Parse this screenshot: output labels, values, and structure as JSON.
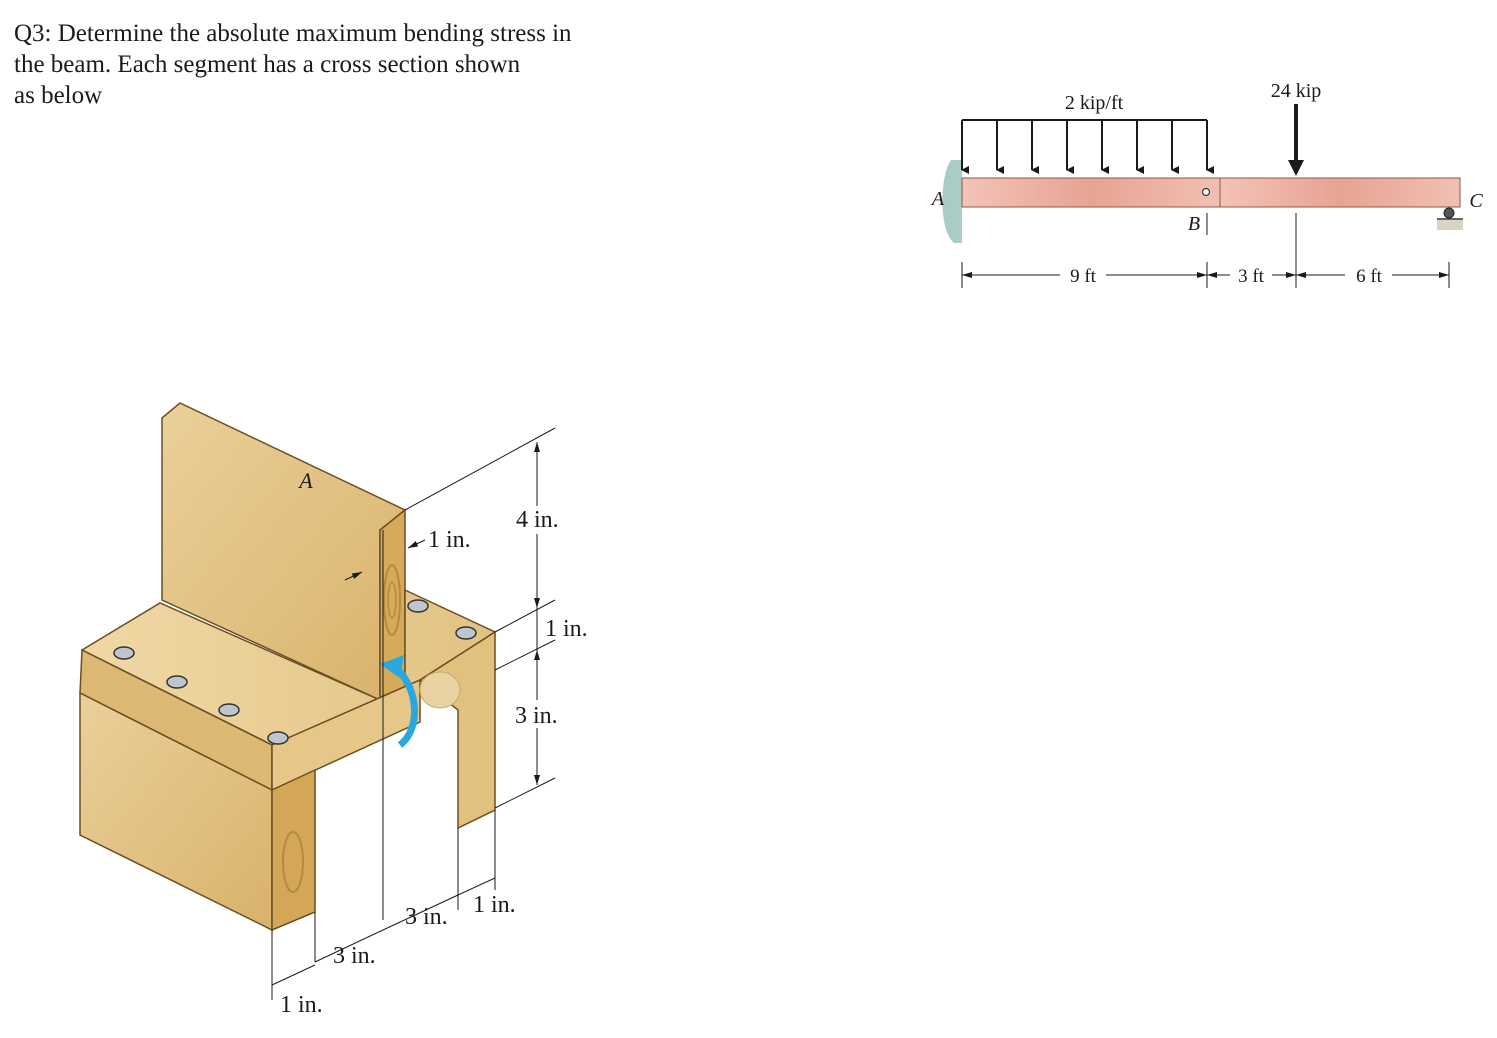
{
  "question": {
    "line1": "Q3: Determine the absolute maximum bending stress in",
    "line2": "the beam. Each segment has a cross section shown",
    "line3": "as below"
  },
  "beam_diagram": {
    "distributed_load": "2 kip/ft",
    "point_load": "24 kip",
    "support_a": "A",
    "hinge_b": "B",
    "support_c": "C",
    "dim_1": "9 ft",
    "dim_2": "3 ft",
    "dim_3": "6 ft",
    "beam_color": "#e9a99a"
  },
  "cross_section": {
    "label_a": "A",
    "dim_top_thickness": "1 in.",
    "dim_top_height": "4 in.",
    "dim_flange": "1 in.",
    "dim_bottom_height": "3 in.",
    "dim_leg_width_right": "1 in.",
    "dim_gap_right": "3 in.",
    "dim_gap_left": "3 in.",
    "dim_leg_width_left": "1 in.",
    "wood_color": "#e3c27f",
    "moment_arrow_color": "#2aa7de"
  }
}
